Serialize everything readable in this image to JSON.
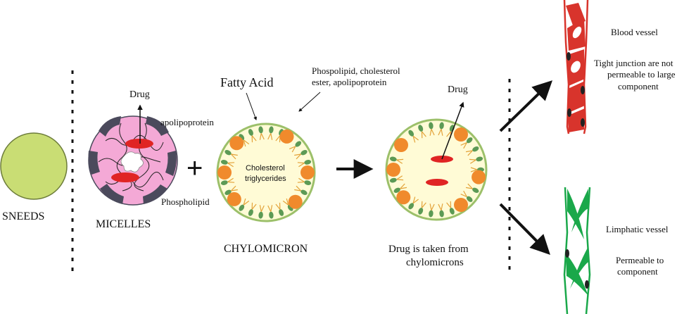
{
  "title": "Drug absorption via chylomicrons and lymphatic pathway",
  "stages": {
    "sneeds": {
      "label": "SNEEDS"
    },
    "micelles": {
      "label": "MICELLES",
      "drug_label": "Drug",
      "apolipoprotein_label": "apolipoprotein",
      "phospholipid_label": "Phospholipid"
    },
    "plus_sign": "+",
    "chylomicron": {
      "label": "CHYLOMICRON",
      "fatty_acid_label": "Fatty Acid",
      "components_label_line1": "Phospolipid, cholesterol",
      "components_label_line2": "ester, apolipoprotein",
      "core_line1": "Cholesterol",
      "core_line2": "triglycerides"
    },
    "drug_release": {
      "drug_label": "Drug",
      "caption_line1": "Drug is taken from",
      "caption_line2": "chylomicrons"
    },
    "blood_vessel": {
      "label": "Blood vessel",
      "note_line1": "Tight junction are not",
      "note_line2": "permeable to large",
      "note_line3": "component"
    },
    "lymphatic_vessel": {
      "label": "Limphatic vessel",
      "note_line1": "Permeable to",
      "note_line2": "component"
    }
  },
  "colors": {
    "sneeds_fill": "#c9dd74",
    "micelle_fill": "#f4a9d6",
    "micelle_dark": "#4b4a5c",
    "drug_red": "#e02424",
    "chylo_fill": "#fffbd6",
    "chylo_rim": "#9cc06a",
    "orange": "#f08a2c",
    "green_head": "#5c9a55",
    "tail": "#e3a33a",
    "blood_red": "#d8342c",
    "lymph_green": "#1aa84a"
  }
}
